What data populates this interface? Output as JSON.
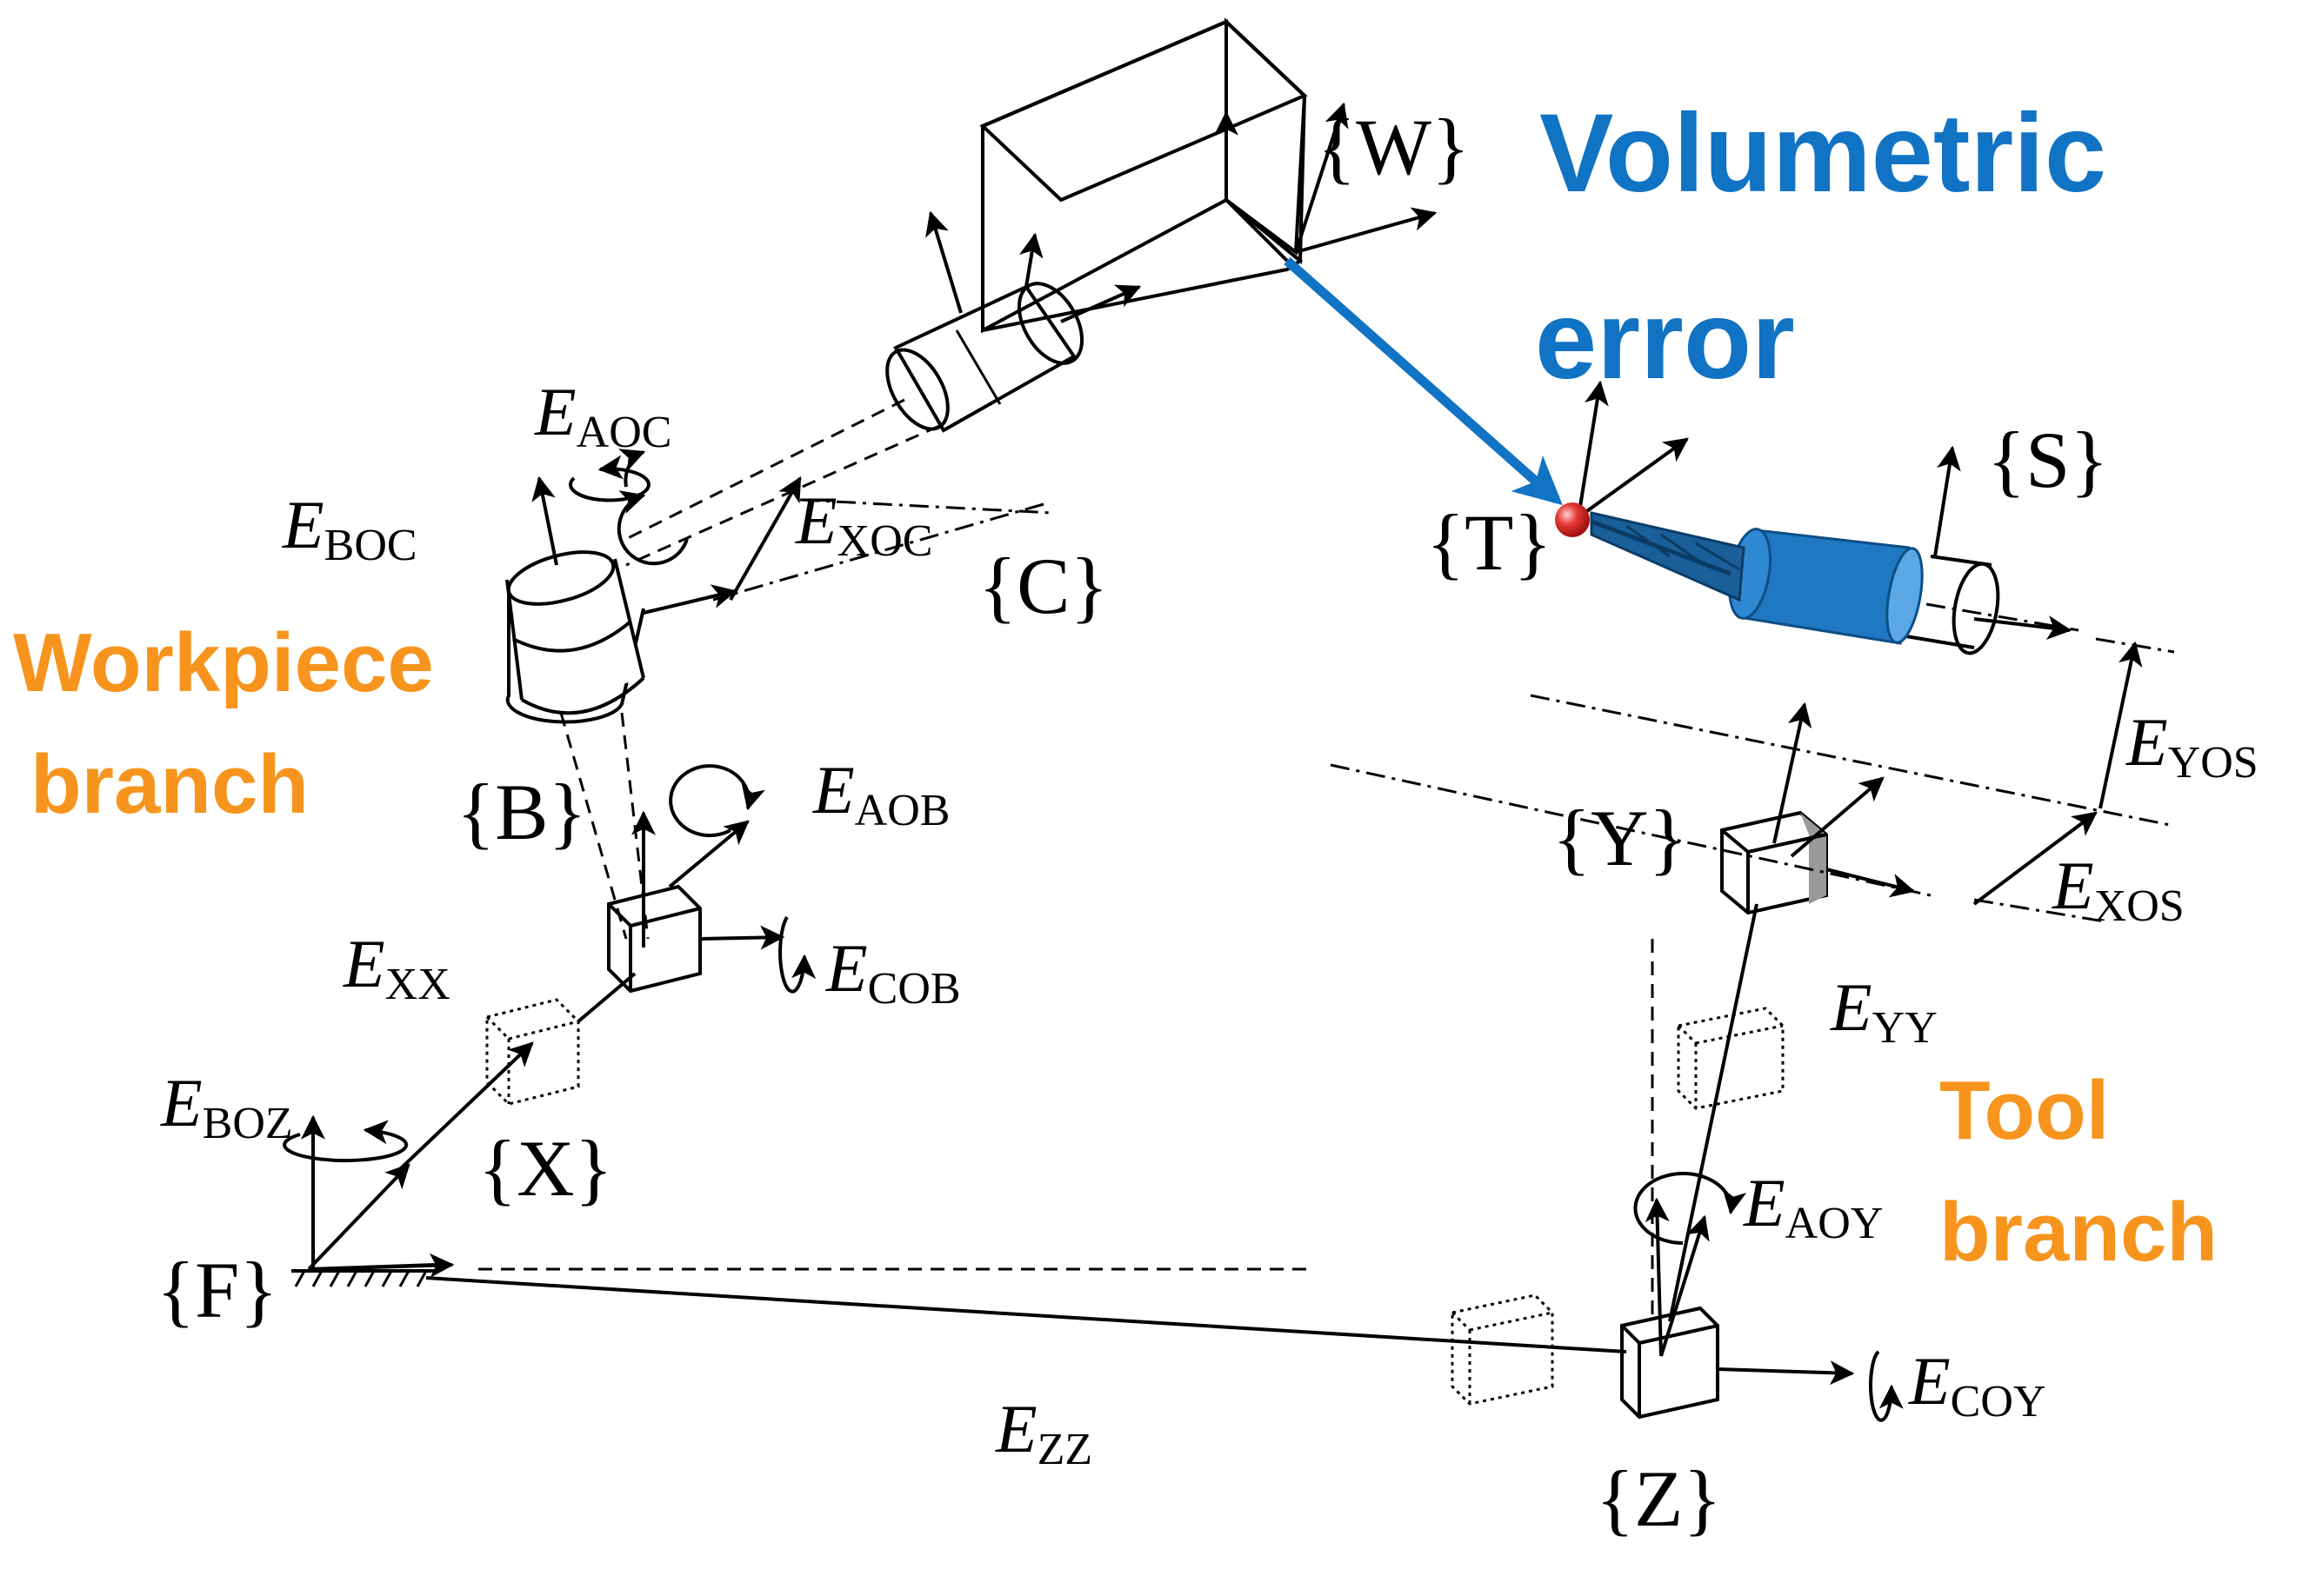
{
  "frames": {
    "W": "{W}",
    "C": "{C}",
    "B": "{B}",
    "X": "{X}",
    "F": "{F}",
    "T": "{T}",
    "S": "{S}",
    "Y": "{Y}",
    "Z": "{Z}"
  },
  "errors": {
    "AOC": {
      "main": "E",
      "sub": "AOC"
    },
    "BOC": {
      "main": "E",
      "sub": "BOC"
    },
    "XOC": {
      "main": "E",
      "sub": "XOC"
    },
    "AOB": {
      "main": "E",
      "sub": "AOB"
    },
    "COB": {
      "main": "E",
      "sub": "COB"
    },
    "XX": {
      "main": "E",
      "sub": "XX"
    },
    "BOZ": {
      "main": "E",
      "sub": "BOZ"
    },
    "ZZ": {
      "main": "E",
      "sub": "ZZ"
    },
    "YOS": {
      "main": "E",
      "sub": "YOS"
    },
    "XOS": {
      "main": "E",
      "sub": "XOS"
    },
    "YY": {
      "main": "E",
      "sub": "YY"
    },
    "AOY": {
      "main": "E",
      "sub": "AOY"
    },
    "COY": {
      "main": "E",
      "sub": "COY"
    }
  },
  "branches": {
    "volumetric": [
      "Volumetric",
      "error"
    ],
    "workpiece": [
      "Workpiece",
      "branch"
    ],
    "tool": [
      "Tool",
      "branch"
    ]
  },
  "colors": {
    "volumetric": "#1173c4",
    "branch": "#f7941d",
    "spindle": "#1f78c1",
    "ball": "#e53935",
    "gray_body": "#c8c8c8",
    "gray_side": "#9a9a9a"
  }
}
